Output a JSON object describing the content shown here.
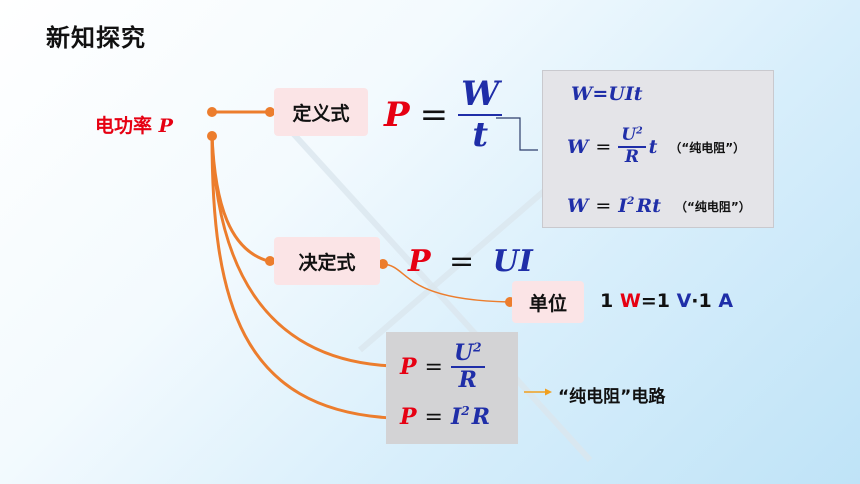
{
  "title": "新知探究",
  "root": {
    "label": "电功率",
    "symbol": "P"
  },
  "definition": {
    "label": "定义式",
    "formula": {
      "lhs": "P",
      "eq": "=",
      "numerator": "W",
      "denominator": "t"
    }
  },
  "work_formulas": {
    "f1": "W=UIt",
    "f2": {
      "lhs": "W",
      "eq": "=",
      "numerator": "U",
      "num_sup": "2",
      "denominator": "R",
      "suffix": "t",
      "note": "（“纯电阻”）"
    },
    "f3": {
      "lhs": "W",
      "eq": "=",
      "base": "I",
      "sup": "2",
      "rest": "Rt",
      "note": "（“纯电阻”）"
    }
  },
  "decisive": {
    "label": "决定式",
    "formula": {
      "lhs": "P",
      "eq": "=",
      "rhs": "UI"
    }
  },
  "unit": {
    "label": "单位",
    "eq_parts": [
      "1 ",
      "W",
      "=1 ",
      "V",
      "·1 ",
      "A"
    ]
  },
  "pure_resistance": {
    "f1": {
      "lhs": "P",
      "eq": "=",
      "numerator": "U",
      "num_sup": "2",
      "denominator": "R"
    },
    "f2": {
      "lhs": "P",
      "eq": "=",
      "base": "I",
      "sup": "2",
      "rest": "R"
    },
    "arrow_text": "“纯电阻”电路"
  },
  "colors": {
    "accent_red": "#e60012",
    "formula_blue": "#1f2ea8",
    "connector_orange": "#ec7d2d",
    "pill_bg": "#fbe4e6"
  }
}
